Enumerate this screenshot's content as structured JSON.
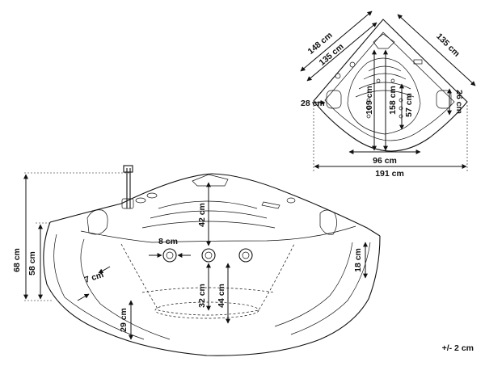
{
  "top_view": {
    "width_148": "148 cm",
    "width_135_inner": "135 cm",
    "width_135_right": "135 cm",
    "depth_109": "109 cm",
    "depth_158": "158 cm",
    "depth_57": "57 cm",
    "side_28": "28 cm",
    "side_26": "26 cm",
    "width_96": "96 cm",
    "width_191": "191 cm"
  },
  "side_view": {
    "height_68": "68 cm",
    "height_58": "58 cm",
    "height_42": "42 cm",
    "jet_8": "8 cm",
    "edge_7": "7 cm",
    "height_32": "32 cm",
    "height_44": "44 cm",
    "height_18": "18 cm",
    "base_29": "29 cm"
  },
  "tolerance": "+/- 2 cm"
}
